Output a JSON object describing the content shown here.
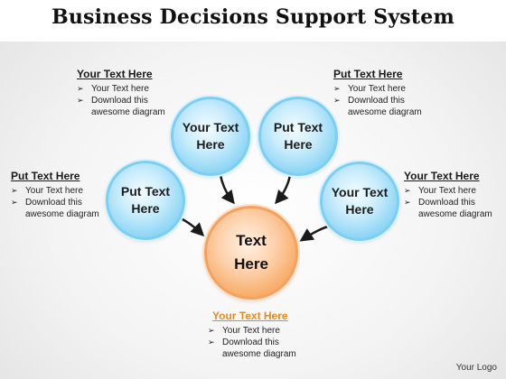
{
  "title": "Business Decisions Support System",
  "center": {
    "line1": "Text",
    "line2": "Here"
  },
  "satellites": [
    {
      "line1": "Put Text",
      "line2": "Here"
    },
    {
      "line1": "Your Text",
      "line2": "Here"
    },
    {
      "line1": "Put Text",
      "line2": "Here"
    },
    {
      "line1": "Your Text",
      "line2": "Here"
    }
  ],
  "blocks": [
    {
      "heading": "Put Text Here",
      "bullets": [
        "Your Text here",
        "Download this awesome diagram"
      ]
    },
    {
      "heading": "Your Text Here",
      "bullets": [
        "Your Text here",
        "Download this awesome diagram"
      ]
    },
    {
      "heading": "Put Text Here",
      "bullets": [
        "Your Text here",
        "Download this awesome diagram"
      ]
    },
    {
      "heading": "Your Text Here",
      "bullets": [
        "Your Text here",
        "Download this awesome diagram"
      ]
    },
    {
      "heading": "Your Text Here",
      "bullets": [
        "Your Text here",
        "Download this awesome diagram"
      ]
    }
  ],
  "bullet_icon": "arrow-bullet-icon",
  "bullet_glyph": "➢",
  "colors": {
    "satellite": "#8fd6f5",
    "center": "#f7a963",
    "accent_heading": "#e68a1e"
  },
  "logo": "Your Logo"
}
